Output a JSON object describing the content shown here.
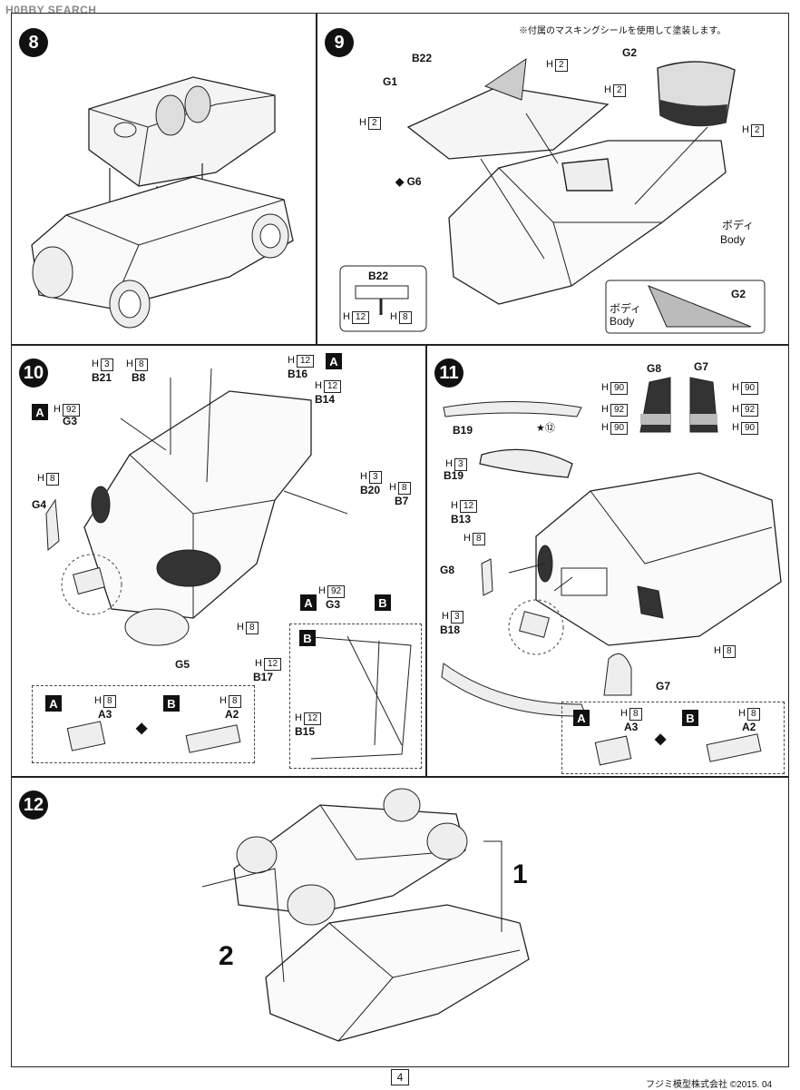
{
  "watermark": "H0BBY SEARCH",
  "page_number": "4",
  "footer": "フジミ模型株式会社 ©2015. 04",
  "step8": {
    "num": "8"
  },
  "step9": {
    "num": "9",
    "note": "※付属のマスキングシールを使用して塗装します。",
    "labels": {
      "b22": "B22",
      "g1": "G1",
      "g2": "G2",
      "g6": "G6",
      "body_jp": "ボディ",
      "body_en": "Body",
      "h2": "2",
      "h12": "12",
      "h8": "8",
      "h": "H",
      "inset_b22": "B22",
      "inset_g2": "G2",
      "inset_body_jp": "ボディ",
      "inset_body_en": "Body"
    }
  },
  "step10": {
    "num": "10",
    "labels": {
      "h": "H",
      "h3": "3",
      "h8": "8",
      "h12": "12",
      "h92": "92",
      "b21": "B21",
      "b8": "B8",
      "b16": "B16",
      "b14": "B14",
      "g3": "G3",
      "g4": "G4",
      "b20": "B20",
      "b7": "B7",
      "g5": "G5",
      "g3b": "G3",
      "b17": "B17",
      "b15": "B15",
      "a3": "A3",
      "a2": "A2",
      "badge_a": "A",
      "badge_b": "B"
    }
  },
  "step11": {
    "num": "11",
    "labels": {
      "h": "H",
      "h3": "3",
      "h8": "8",
      "h12": "12",
      "h90": "90",
      "h92": "92",
      "g8": "G8",
      "g7": "G7",
      "b19": "B19",
      "b19b": "B19",
      "b13": "B13",
      "b18": "B18",
      "g8b": "G8",
      "g7b": "G7",
      "a3": "A3",
      "a2": "A2",
      "badge_a": "A",
      "badge_b": "B",
      "star12": "★⑫"
    }
  },
  "step12": {
    "num": "12",
    "label1": "1",
    "label2": "2"
  }
}
